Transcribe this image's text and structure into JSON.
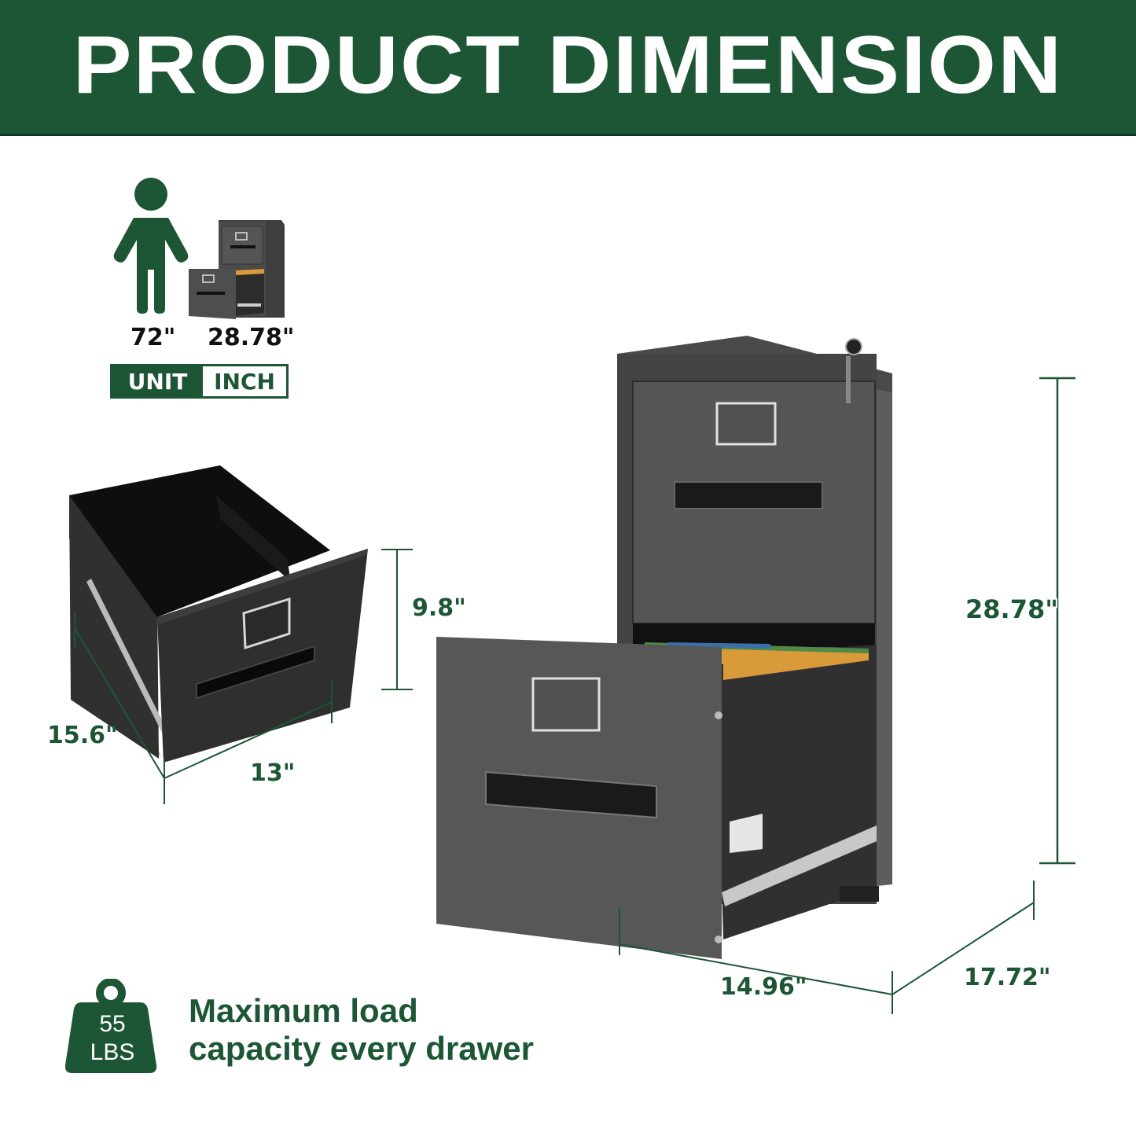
{
  "banner": {
    "title": "PRODUCT DIMENSION",
    "background_color": "#1c5634",
    "text_color": "#ffffff"
  },
  "comparison": {
    "person_icon": "person-icon",
    "person_height": "72\"",
    "cabinet_thumbnail_icon": "file-cabinet-icon",
    "cabinet_height": "28.78\""
  },
  "unit_badge": {
    "label": "UNIT",
    "value": "INCH"
  },
  "drawer": {
    "height": "9.8\"",
    "depth": "15.6\"",
    "width": "13\""
  },
  "cabinet": {
    "height": "28.78\"",
    "width": "14.96\"",
    "depth": "17.72\""
  },
  "load": {
    "weight_number": "55",
    "weight_unit": "LBS",
    "line1": "Maximum load",
    "line2": "capacity every drawer"
  },
  "colors": {
    "accent_green": "#1c5634",
    "cabinet_gray": "#5a5a5a",
    "drawer_black": "#2a2a2a"
  }
}
